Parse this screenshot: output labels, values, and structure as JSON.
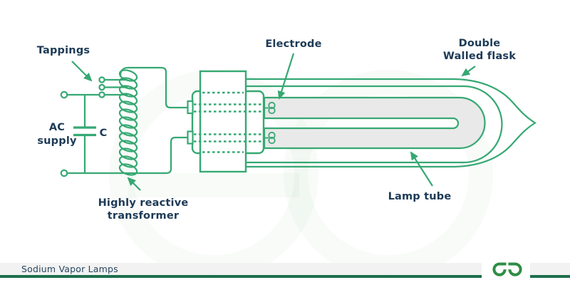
{
  "colors": {
    "diagram_green": "#36a873",
    "label_navy": "#1d3a56",
    "lamp_tube_fill": "#e9e9e9",
    "footer_band": "#f2f2f2",
    "footer_rule_green": "#1d6f4c",
    "logo_green": "#2f8d46"
  },
  "diagram": {
    "labels": {
      "tappings": "Tappings",
      "ac_supply": [
        "AC",
        "supply"
      ],
      "capacitor": "C",
      "transformer": [
        "Highly reactive",
        "transformer"
      ],
      "electrode": "Electrode",
      "double_walled_flask": [
        "Double",
        "Walled flask"
      ],
      "lamp_tube": "Lamp tube"
    }
  },
  "footer": {
    "title": "Sodium Vapor Lamps",
    "logo": "geeksforgeeks-logo"
  }
}
